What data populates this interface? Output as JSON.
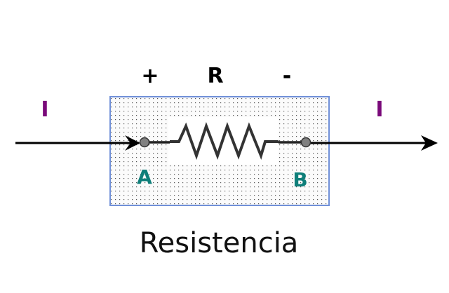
{
  "diagram": {
    "title": "Resistencia",
    "component_symbol": "R",
    "polarity": {
      "positive": "+",
      "negative": "-"
    },
    "current_label_left": "I",
    "current_label_right": "I",
    "terminal_a": "A",
    "terminal_b": "B",
    "colors": {
      "current_label": "#7a0a7a",
      "terminal_label": "#0f7f7a",
      "box_border": "#7090d8",
      "box_fill": "#fbfbfb",
      "wire": "#000000",
      "terminal_node": "#808080",
      "resistor": "#333333"
    }
  }
}
